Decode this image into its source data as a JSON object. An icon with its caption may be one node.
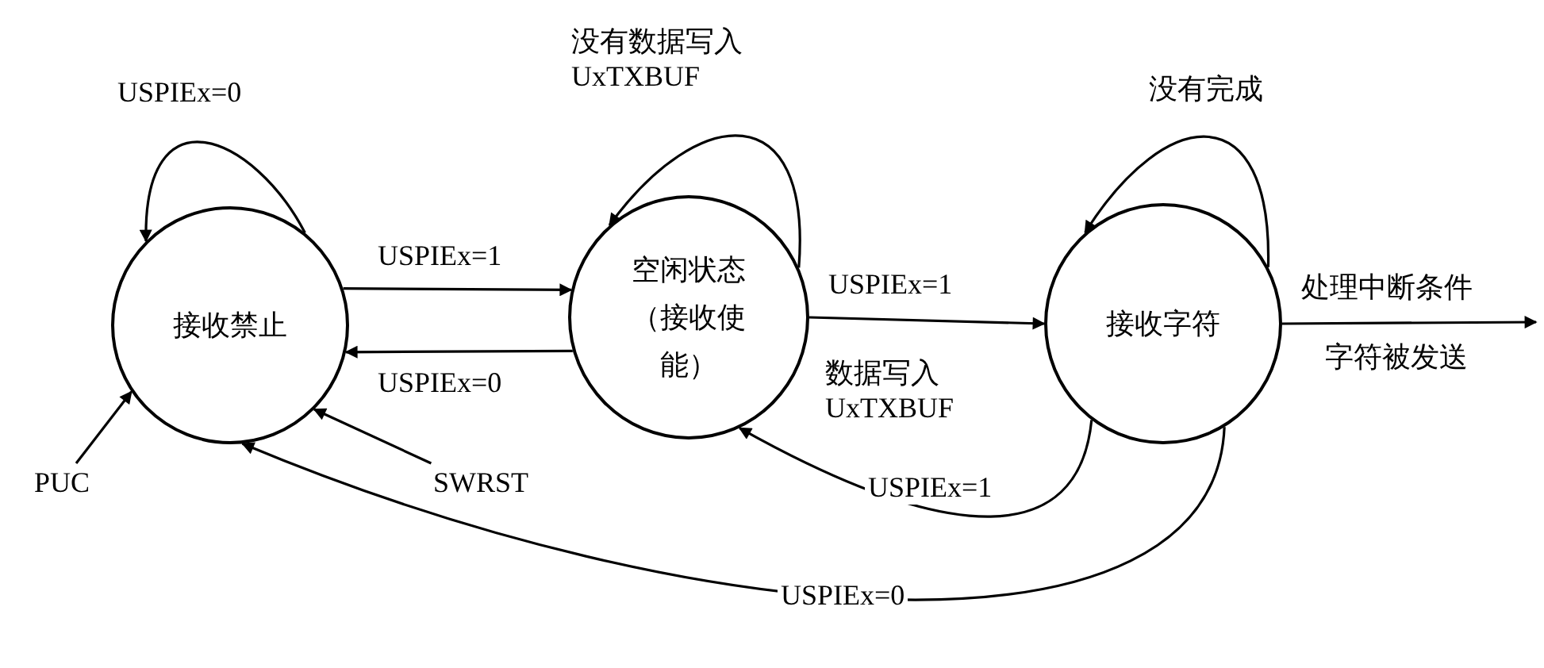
{
  "diagram": {
    "nodes": [
      {
        "text": [
          "接收禁止"
        ]
      },
      {
        "text": [
          "空闲状态（接收使能）"
        ]
      },
      {
        "text": [
          "接收字符"
        ]
      },
      {
        "text": [
          "PUC"
        ]
      },
      {
        "text": [
          "SWRST"
        ]
      }
    ],
    "edges": [
      {
        "from": 0,
        "to": 0,
        "arrow": "to",
        "label": "USPIEx=0"
      },
      {
        "from": 0,
        "to": 1,
        "arrow": "to",
        "label": "USPIEx=1"
      },
      {
        "from": 1,
        "to": 0,
        "arrow": "to",
        "label": "USPIEx=0"
      },
      {
        "from": 1,
        "to": 1,
        "arrow": "to",
        "label": "没有数据写入 UxTXBUF"
      },
      {
        "from": 1,
        "to": 2,
        "arrow": "to",
        "label": "USPIEx=1"
      },
      {
        "from": 2,
        "to": 2,
        "arrow": "to",
        "label": "没有完成"
      },
      {
        "from": 2,
        "to": 1,
        "arrow": "to",
        "label": "USPIEx=1"
      },
      {
        "from": 2,
        "to": 0,
        "arrow": "to",
        "label": "USPIEx=0"
      },
      {
        "from": 2,
        "to": null,
        "arrow": "to",
        "label": "处理中断条件"
      },
      {
        "from": 3,
        "to": 0,
        "arrow": "to"
      },
      {
        "from": 4,
        "to": 0,
        "arrow": "to"
      }
    ],
    "labels": [
      "数据写入 UxTXBUF",
      "字符被发送"
    ]
  }
}
